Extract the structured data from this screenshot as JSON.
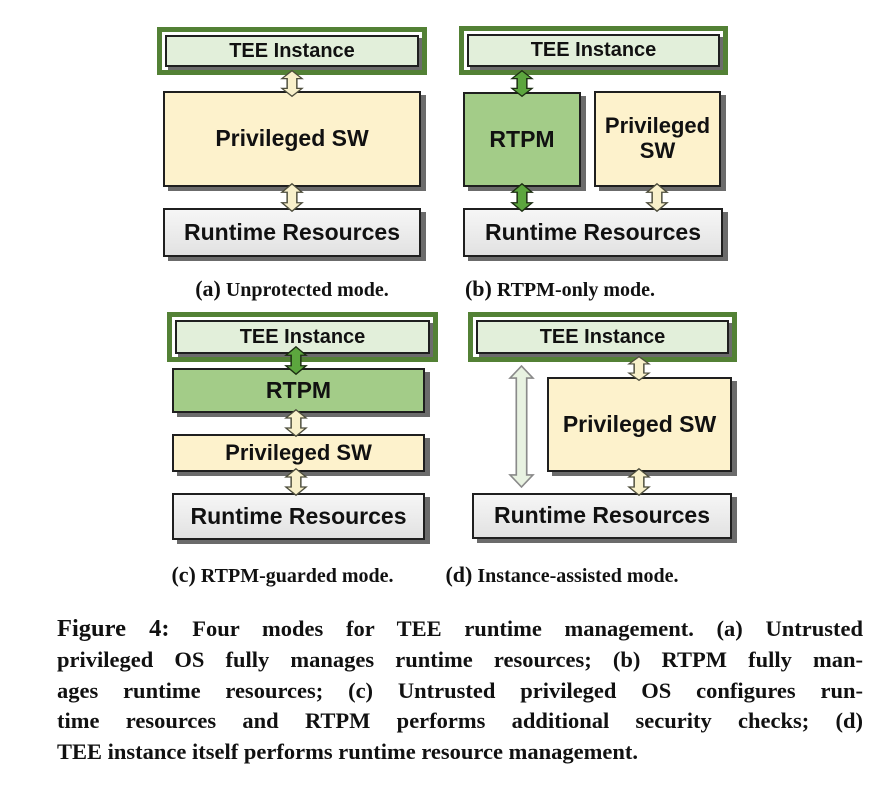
{
  "panels": [
    {
      "label": "(a)",
      "caption": "Unprotected mode.",
      "tee": "TEE Instance",
      "privileged": "Privileged SW",
      "runtime": "Runtime Resources"
    },
    {
      "label": "(b)",
      "caption": "RTPM-only mode.",
      "tee": "TEE Instance",
      "rtpm": "RTPM",
      "privileged": "Privileged SW",
      "runtime": "Runtime Resources"
    },
    {
      "label": "(c)",
      "caption": "RTPM-guarded mode.",
      "tee": "TEE Instance",
      "rtpm": "RTPM",
      "privileged": "Privileged SW",
      "runtime": "Runtime Resources"
    },
    {
      "label": "(d)",
      "caption": "Instance-assisted mode.",
      "tee": "TEE Instance",
      "privileged": "Privileged SW",
      "runtime": "Runtime Resources"
    }
  ],
  "figure_caption": {
    "label": "Figure 4:",
    "lines": [
      "Four modes for TEE runtime management. (a) Untrusted",
      "privileged OS fully manages runtime resources; (b) RTPM fully man-",
      "ages runtime resources; (c) Untrusted privileged OS configures run-",
      "time resources and RTPM performs additional security checks; (d)",
      "TEE instance itself performs runtime resource management."
    ]
  },
  "icons": {
    "bidirectional_arrow": "⇕"
  },
  "colors": {
    "tee_fill": "#e2efda",
    "tee_frame": "#538135",
    "rtpm_fill": "#a3cc88",
    "privileged_fill": "#fdf2cc",
    "runtime_fill": "#ececec",
    "green_arrow": "#5ca63e",
    "yellow_arrow": "#f8f0ca",
    "pale_green_arrow": "#e8f2e1",
    "shadow": "#6b6b6b",
    "border": "#1f1f1f"
  }
}
